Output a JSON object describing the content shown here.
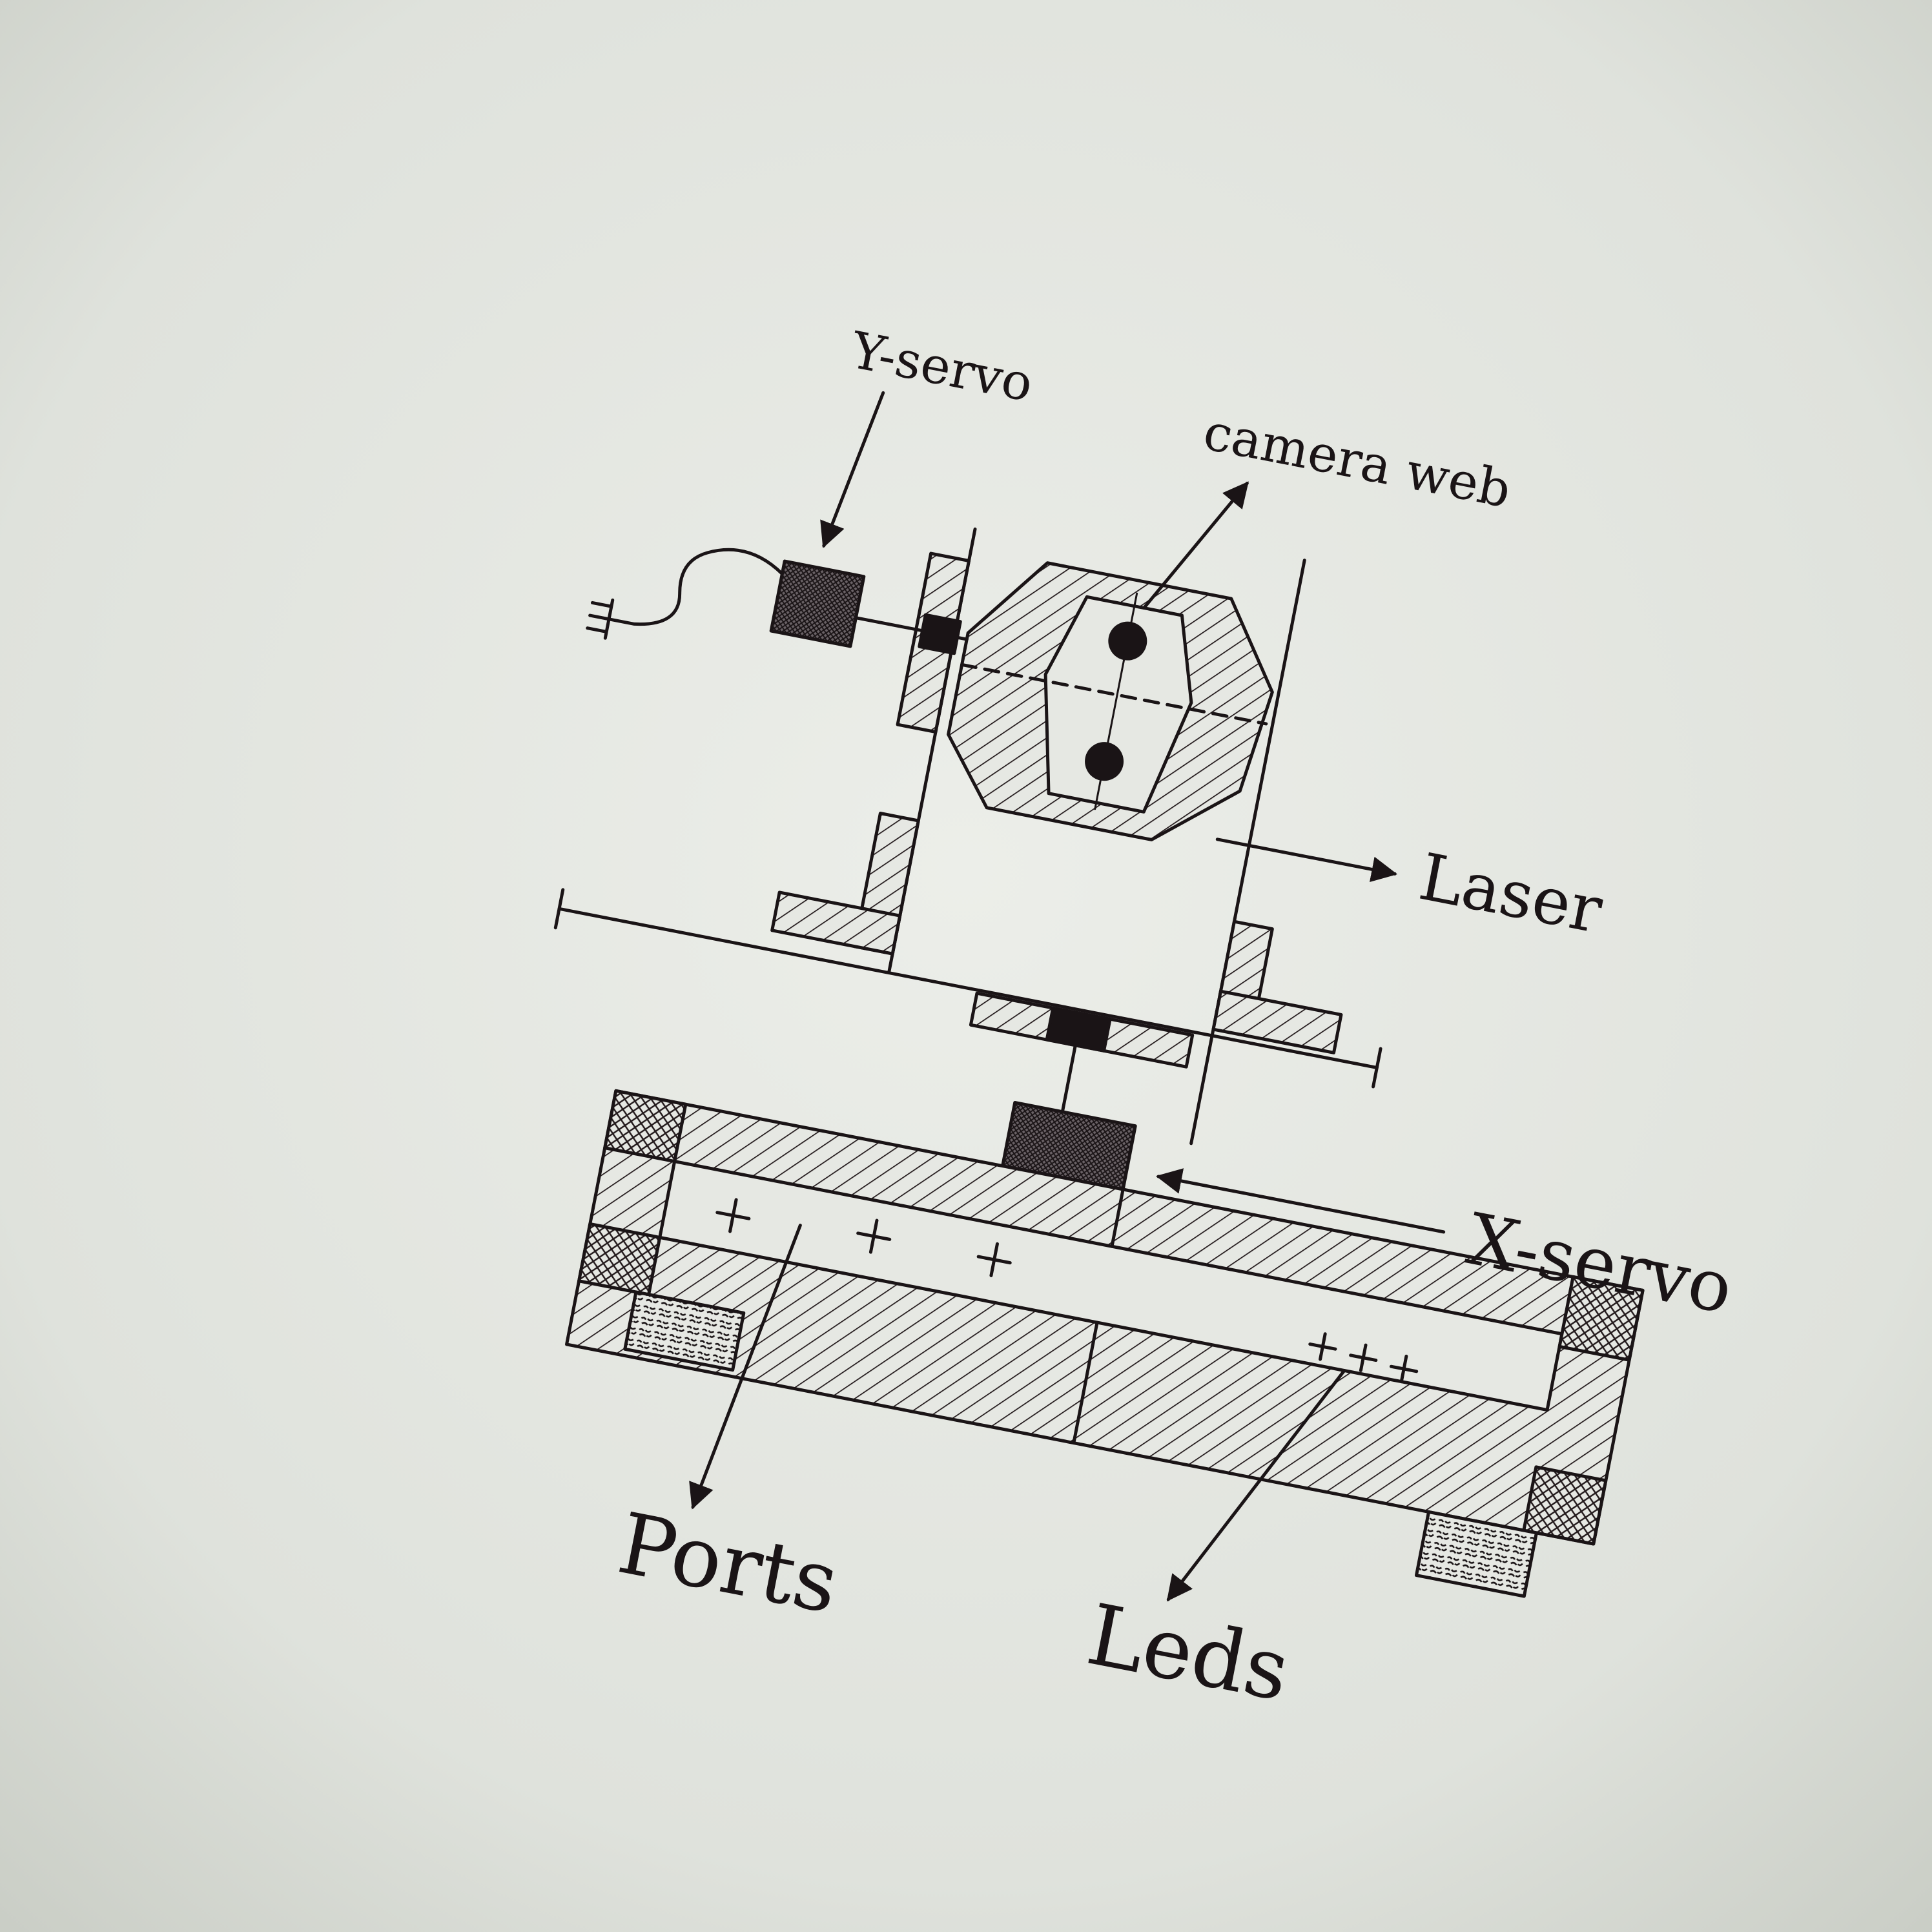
{
  "labels": {
    "y_servo": "Y-servo",
    "camera_web": "camera web",
    "laser": "Laser",
    "x_servo": "X-servo",
    "ports": "Ports",
    "leds": "Leds"
  },
  "colors": {
    "paper": "#e6e8e3",
    "ink": "#1a1416"
  }
}
